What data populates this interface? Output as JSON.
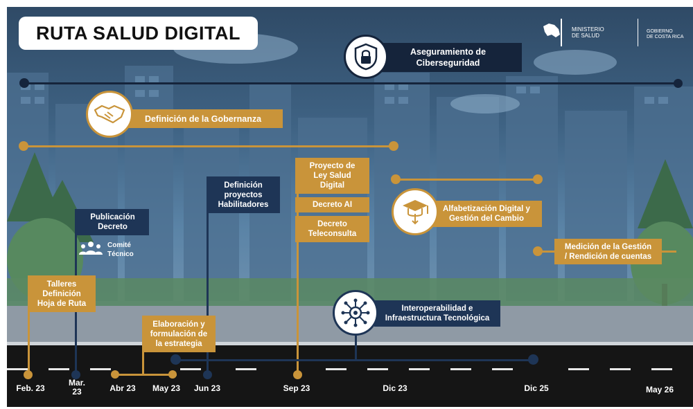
{
  "title": "RUTA SALUD DIGITAL",
  "logos": {
    "ministerio": "MINISTERIO\nDE SALUD",
    "gobierno": "GOBIERNO\nDE COSTA RICA"
  },
  "milestones": {
    "ciberseguridad": "Aseguramiento de\nCiberseguridad",
    "gobernanza": "Definición de la Gobernanza",
    "ley_salud": "Proyecto de\nLey Salud\nDigital",
    "decreto_ai": "Decreto AI",
    "decreto_teleconsulta": "Decreto\nTeleconsulta",
    "proyectos_habilitadores": "Definición\nproyectos\nHabilitadores",
    "publicacion_decreto": "Publicación\nDecreto",
    "comite_tecnico": "Comité\nTécnico",
    "talleres": "Talleres\nDefinición\nHoja de Ruta",
    "elaboracion": "Elaboración y\nformulación de\nla estrategia",
    "alfabetizacion": "Alfabetización Digital y\nGestión del Cambio",
    "medicion": "Medición de la Gestión\n/ Rendición de cuentas",
    "interoperabilidad": "Interoperabilidad e\nInfraestructura Tecnológica"
  },
  "timeline_dates": {
    "feb23": "Feb. 23",
    "mar23": "Mar.\n23",
    "abr23": "Abr 23",
    "may23": "May 23",
    "jun23": "Jun 23",
    "sep23": "Sep 23",
    "dic23": "Dic 23",
    "dic25": "Dic 25",
    "may26": "May 26"
  },
  "colors": {
    "gold": "#c9943a",
    "navy": "#1e3556",
    "dark": "#15243b",
    "road": "#151515"
  },
  "icons": {
    "ciberseguridad": "lock-shield-icon",
    "gobernanza": "handshake-icon",
    "alfabetizacion": "graduation-cap-icon",
    "interoperabilidad": "network-chip-icon",
    "comite": "people-group-icon"
  }
}
